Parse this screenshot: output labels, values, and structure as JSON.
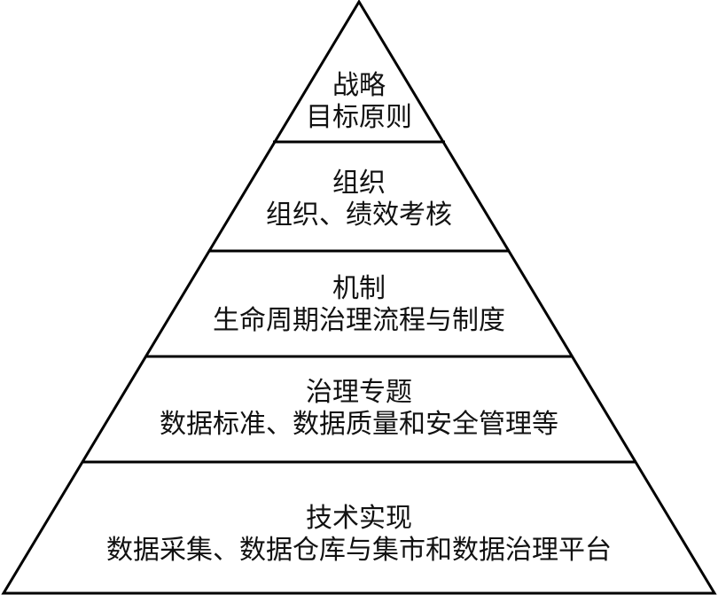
{
  "pyramid": {
    "layers": [
      {
        "title": "战略",
        "detail": "目标原则"
      },
      {
        "title": "组织",
        "detail": "组织、绩效考核"
      },
      {
        "title": "机制",
        "detail": "生命周期治理流程与制度"
      },
      {
        "title": "治理专题",
        "detail": "数据标准、数据质量和安全管理等"
      },
      {
        "title": "技术实现",
        "detail": "数据采集、数据仓库与集市和数据治理平台"
      }
    ],
    "colors": {
      "stroke": "#000000",
      "fill": "#ffffff",
      "text": "#111111"
    }
  }
}
